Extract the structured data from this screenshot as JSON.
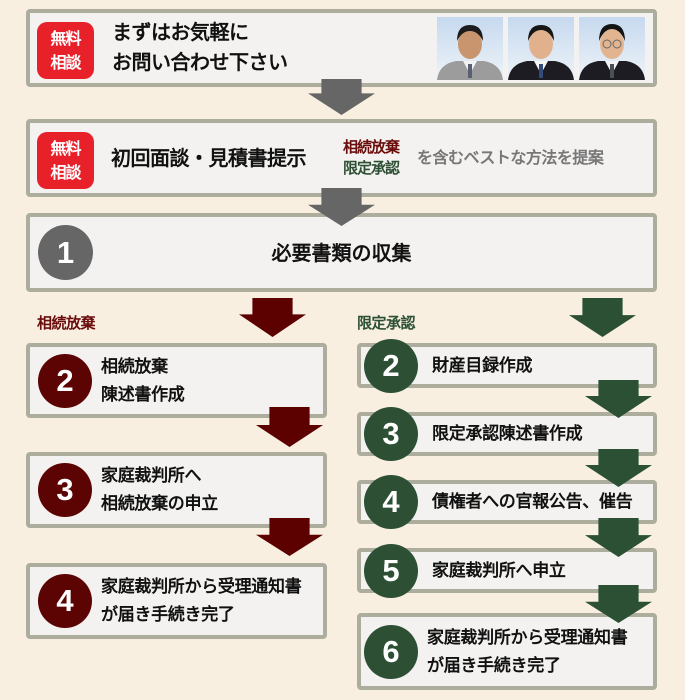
{
  "colors": {
    "background": "#f8efe1",
    "box_fill": "#f4f2f0",
    "box_border": "#adad9e",
    "badge_red": "#e8202a",
    "common_gray": "#666666",
    "renunciation_red": "#5c0303",
    "limited_approval_green": "#2d5035",
    "suffix_gray": "#777777"
  },
  "contact": {
    "badge": {
      "line1": "無料",
      "line2": "相談"
    },
    "line1": "まずはお気軽に",
    "line2": "お問い合わせ下さい",
    "photos": [
      "staff-photo",
      "staff-photo",
      "staff-photo"
    ]
  },
  "consultation": {
    "badge": {
      "line1": "無料",
      "line2": "相談"
    },
    "title": "初回面談・見積書提示",
    "option1": "相続放棄",
    "option2": "限定承認",
    "suffix": "を含むベストな方法を提案"
  },
  "step1": {
    "number": "1",
    "label": "必要書類の収集"
  },
  "renunciation": {
    "heading": "相続放棄",
    "steps": [
      {
        "number": "2",
        "lines": [
          "相続放棄",
          "陳述書作成"
        ]
      },
      {
        "number": "3",
        "lines": [
          "家庭裁判所へ",
          "相続放棄の申立"
        ]
      },
      {
        "number": "4",
        "lines": [
          "家庭裁判所から受理通知書",
          "が届き手続き完了"
        ]
      }
    ]
  },
  "limited_approval": {
    "heading": "限定承認",
    "steps": [
      {
        "number": "2",
        "lines": [
          "財産目録作成"
        ]
      },
      {
        "number": "3",
        "lines": [
          "限定承認陳述書作成"
        ]
      },
      {
        "number": "4",
        "lines": [
          "債権者への官報公告、催告"
        ]
      },
      {
        "number": "5",
        "lines": [
          "家庭裁判所へ申立"
        ]
      },
      {
        "number": "6",
        "lines": [
          "家庭裁判所から受理通知書",
          "が届き手続き完了"
        ]
      }
    ]
  }
}
